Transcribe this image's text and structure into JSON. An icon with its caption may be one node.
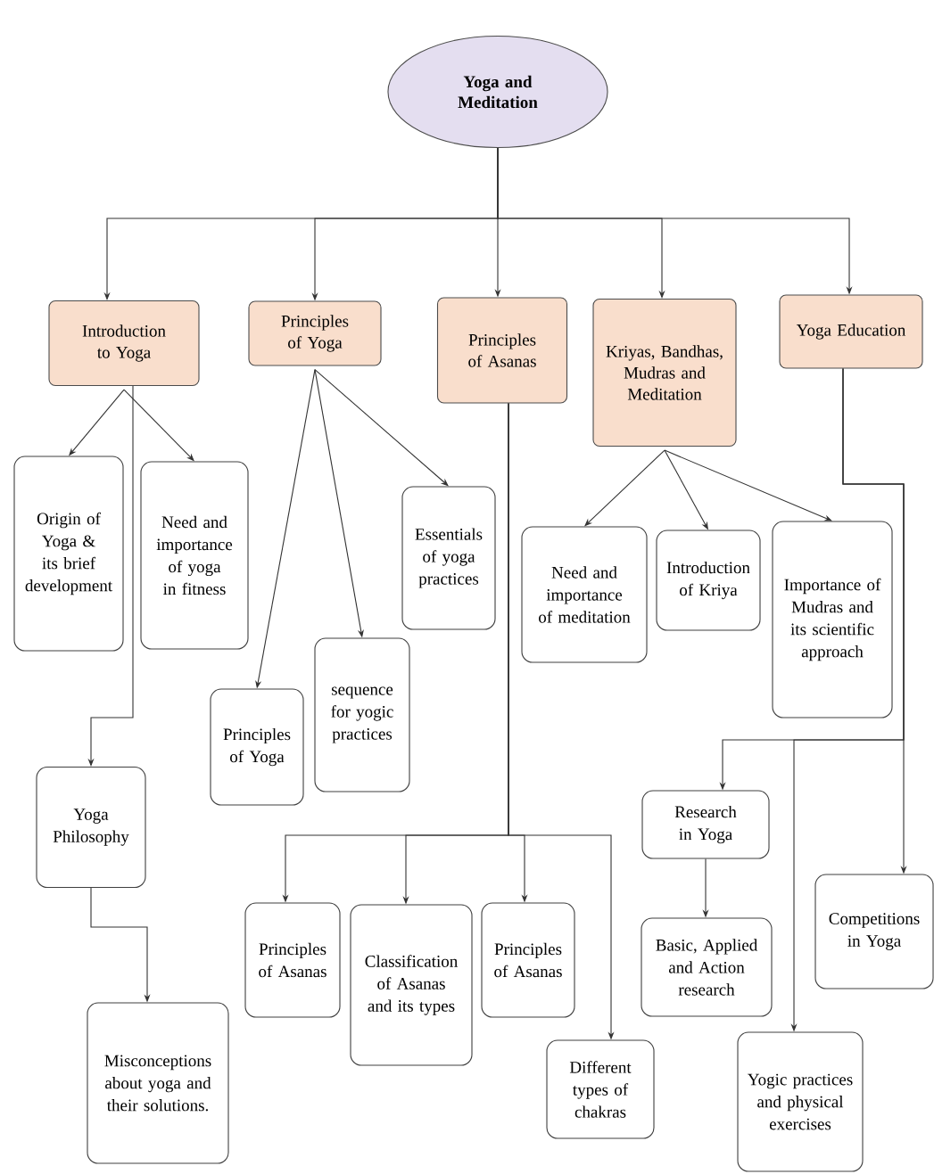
{
  "diagram": {
    "nodes": [
      {
        "text": [
          "Yoga and Meditation"
        ]
      },
      {
        "text": [
          "Introduction to Yoga"
        ]
      },
      {
        "text": [
          "Principles of Yoga"
        ]
      },
      {
        "text": [
          "Principles of Asanas"
        ]
      },
      {
        "text": [
          "Kriyas, Bandhas, Mudras and Meditation"
        ]
      },
      {
        "text": [
          "Yoga Education"
        ]
      },
      {
        "text": [
          "Origin of Yoga & its brief development"
        ]
      },
      {
        "text": [
          "Need and importance of yoga in fitness"
        ]
      },
      {
        "text": [
          "Yoga Philosophy"
        ]
      },
      {
        "text": [
          "Misconceptions about yoga and their solutions."
        ]
      },
      {
        "text": [
          "Principles of Yoga"
        ]
      },
      {
        "text": [
          "sequence for yogic practices"
        ]
      },
      {
        "text": [
          "Essentials of yoga practices"
        ]
      },
      {
        "text": [
          "Principles of Asanas"
        ]
      },
      {
        "text": [
          "Classification of Asanas and its types"
        ]
      },
      {
        "text": [
          "Principles of Asanas"
        ]
      },
      {
        "text": [
          "Different types of chakras"
        ]
      },
      {
        "text": [
          "Need and importance of meditation"
        ]
      },
      {
        "text": [
          "Introduction of Kriya"
        ]
      },
      {
        "text": [
          "Importance of Mudras and its scientific approach"
        ]
      },
      {
        "text": [
          "Research in Yoga"
        ]
      },
      {
        "text": [
          "Basic, Applied and Action research"
        ]
      },
      {
        "text": [
          "Competitions in Yoga"
        ]
      },
      {
        "text": [
          "Yogic practices and physical exercises"
        ]
      }
    ],
    "edges": [
      {
        "from": 0,
        "to": 1,
        "arrow": "to"
      },
      {
        "from": 0,
        "to": 2,
        "arrow": "to"
      },
      {
        "from": 0,
        "to": 3,
        "arrow": "to"
      },
      {
        "from": 0,
        "to": 4,
        "arrow": "to"
      },
      {
        "from": 0,
        "to": 5,
        "arrow": "to"
      },
      {
        "from": 1,
        "to": 6,
        "arrow": "to"
      },
      {
        "from": 1,
        "to": 7,
        "arrow": "to"
      },
      {
        "from": 1,
        "to": 8,
        "arrow": "to"
      },
      {
        "from": 8,
        "to": 9,
        "arrow": "to"
      },
      {
        "from": 2,
        "to": 10,
        "arrow": "to"
      },
      {
        "from": 2,
        "to": 11,
        "arrow": "to"
      },
      {
        "from": 2,
        "to": 12,
        "arrow": "to"
      },
      {
        "from": 3,
        "to": 13,
        "arrow": "to"
      },
      {
        "from": 3,
        "to": 14,
        "arrow": "to"
      },
      {
        "from": 3,
        "to": 15,
        "arrow": "to"
      },
      {
        "from": 3,
        "to": 16,
        "arrow": "to"
      },
      {
        "from": 4,
        "to": 17,
        "arrow": "to"
      },
      {
        "from": 4,
        "to": 18,
        "arrow": "to"
      },
      {
        "from": 4,
        "to": 19,
        "arrow": "to"
      },
      {
        "from": 5,
        "to": 20,
        "arrow": "to"
      },
      {
        "from": 5,
        "to": 22,
        "arrow": "to"
      },
      {
        "from": 5,
        "to": 23,
        "arrow": "to"
      },
      {
        "from": 20,
        "to": 21,
        "arrow": "to"
      }
    ]
  }
}
